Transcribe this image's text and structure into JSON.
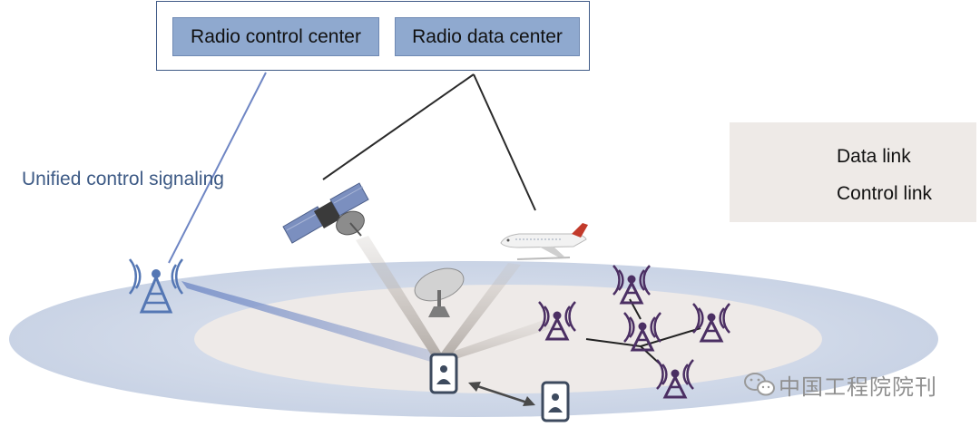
{
  "top_panel": {
    "radio_control_center": "Radio control center",
    "radio_data_center": "Radio data center"
  },
  "labels": {
    "unified_control_signaling": "Unified control signaling"
  },
  "legend": {
    "data_link": "Data link",
    "control_link": "Control link"
  },
  "watermark": {
    "text": "中国工程院院刊"
  },
  "colors": {
    "data_link": "#222222",
    "control_link": "#6f86c4",
    "center_box_fill": "#8fa9cf",
    "tower_blue": "#5577b4",
    "tower_purple": "#4b2f63",
    "outer_ellipse": "#d4dcea",
    "inner_ellipse": "#eeeae8"
  }
}
